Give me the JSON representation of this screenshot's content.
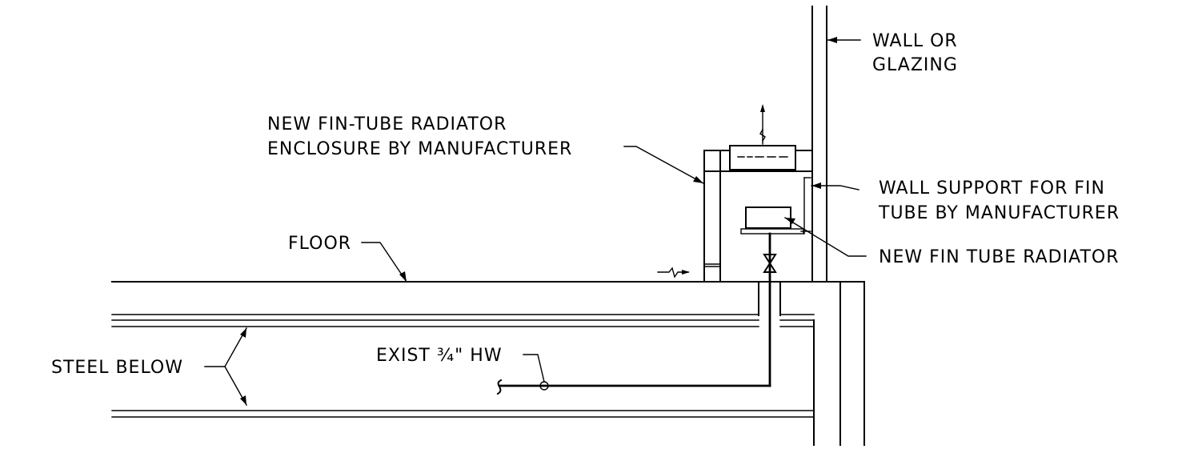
{
  "labels": {
    "wall_or_glazing_line1": "WALL OR",
    "wall_or_glazing_line2": "GLAZING",
    "enclosure_line1": "NEW FIN-TUBE RADIATOR",
    "enclosure_line2": "ENCLOSURE BY MANUFACTURER",
    "wall_support_line1": "WALL SUPPORT FOR FIN",
    "wall_support_line2": "TUBE BY MANUFACTURER",
    "fin_tube_radiator": "NEW FIN TUBE RADIATOR",
    "floor": "FLOOR",
    "steel_below": "STEEL BELOW",
    "exist_hw": "EXIST ¾\" HW"
  },
  "colors": {
    "line": "#000000",
    "background": "#ffffff"
  }
}
